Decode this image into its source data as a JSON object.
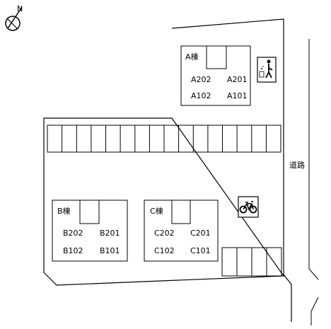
{
  "map": {
    "buildings": {
      "a": {
        "name": "A棟",
        "units": [
          "A202",
          "A201",
          "A102",
          "A101"
        ]
      },
      "b": {
        "name": "B棟",
        "units": [
          "B202",
          "B201",
          "B102",
          "B101"
        ]
      },
      "c": {
        "name": "C棟",
        "units": [
          "C202",
          "C201",
          "C102",
          "C101"
        ]
      }
    },
    "road_label": "道路",
    "icons": {
      "north": "north-arrow-icon",
      "garbage": "garbage-station-icon",
      "bicycle": "bicycle-parking-icon"
    },
    "parking": {
      "top_row_spaces": 16,
      "bottom_right_spaces": 4
    }
  }
}
